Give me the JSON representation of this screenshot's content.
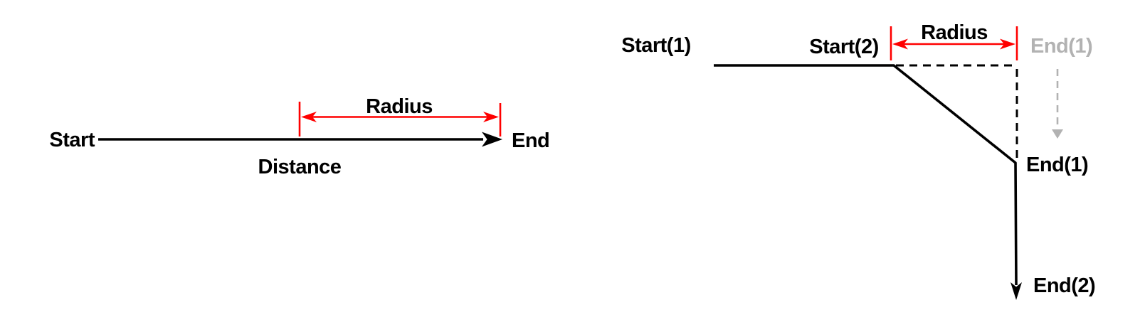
{
  "colors": {
    "background": "#ffffff",
    "ink": "#000000",
    "accent": "#ff0000",
    "muted": "#b2b2b2"
  },
  "left_diagram": {
    "start_label": "Start",
    "end_label": "End",
    "radius_label": "Radius",
    "distance_label": "Distance"
  },
  "right_diagram": {
    "start1_label": "Start(1)",
    "start2_label": "Start(2)",
    "radius_label": "Radius",
    "end1_projected_label": "End(1)",
    "end1_label": "End(1)",
    "end2_label": "End(2)"
  }
}
